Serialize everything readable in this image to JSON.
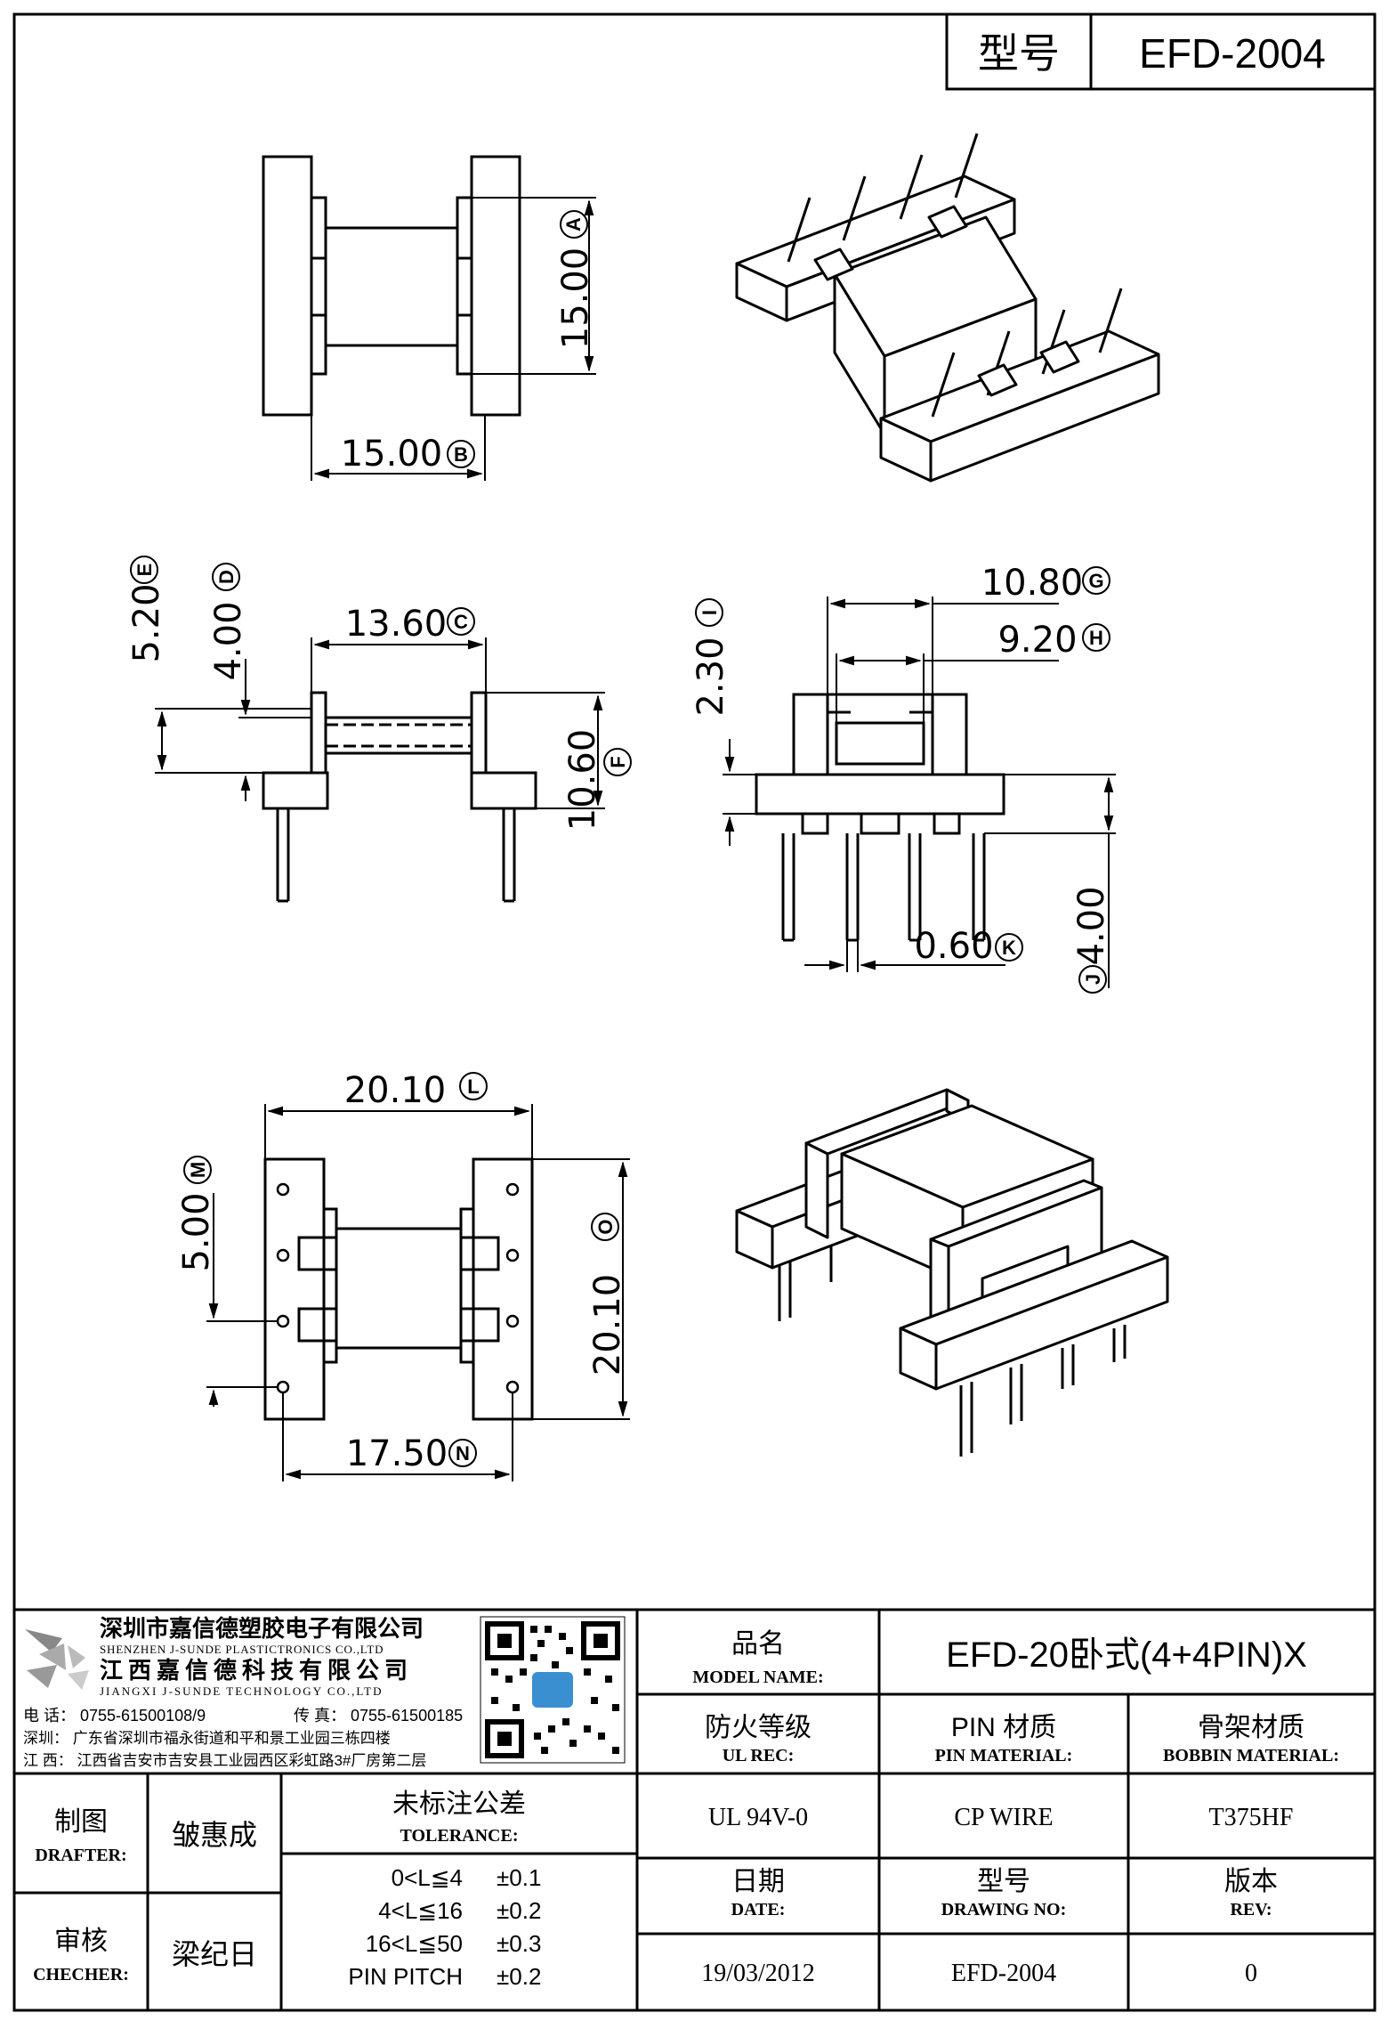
{
  "header": {
    "model_label": "型号",
    "model_value": "EFD-2004"
  },
  "dimensions": {
    "A": "15.00",
    "B": "15.00",
    "C": "13.60",
    "D": "4.00",
    "E": "5.20",
    "F": "10.60",
    "G": "10.80",
    "H": "9.20",
    "I": "2.30",
    "J": "4.00",
    "K": "0.60",
    "L": "20.10",
    "M": "5.00",
    "N": "17.50",
    "O": "20.10"
  },
  "company": {
    "name_cn_1": "深圳市嘉信德塑胶电子有限公司",
    "name_en_1": "SHENZHEN J-SUNDE PLASTICTRONICS CO.,LTD",
    "name_cn_2": "江西嘉信德科技有限公司",
    "name_en_2": "JIANGXI J-SUNDE TECHNOLOGY CO.,LTD",
    "tel": "电 话： 0755-61500108/9",
    "fax": "传 真： 0755-61500185",
    "addr_sz": "深圳： 广东省深圳市福永街道和平和景工业园三栋四楼",
    "addr_jx": "江 西： 江西省吉安市吉安县工业园西区彩虹路3#厂房第二层"
  },
  "title_block": {
    "model_name_cn": "品名",
    "model_name_en": "MODEL NAME:",
    "model_name_value": "EFD-20卧式(4+4PIN)X",
    "ul_cn": "防火等级",
    "ul_en": "UL REC:",
    "pin_mat_cn": "PIN 材质",
    "pin_mat_en": "PIN MATERIAL:",
    "bobbin_mat_cn": "骨架材质",
    "bobbin_mat_en": "BOBBIN MATERIAL:",
    "ul_value": "UL 94V-0",
    "pin_mat_value": "CP WIRE",
    "bobbin_mat_value": "T375HF",
    "date_cn": "日期",
    "date_en": "DATE:",
    "drawing_no_cn": "型号",
    "drawing_no_en": "DRAWING NO:",
    "rev_cn": "版本",
    "rev_en": "REV:",
    "date_value": "19/03/2012",
    "drawing_no_value": "EFD-2004",
    "rev_value": "0",
    "drafter_cn": "制图",
    "drafter_en": "DRAFTER:",
    "drafter_name": "皱惠成",
    "checker_cn": "审核",
    "checker_en": "CHECHER:",
    "checker_name": "梁纪日",
    "tolerance_cn": "未标注公差",
    "tolerance_en": "TOLERANCE:",
    "tolerances": [
      {
        "range": "0<L≦4",
        "value": "±0.1"
      },
      {
        "range": "4<L≦16",
        "value": "±0.2"
      },
      {
        "range": "16<L≦50",
        "value": "±0.3"
      },
      {
        "range": "PIN PITCH",
        "value": "±0.2"
      }
    ]
  }
}
